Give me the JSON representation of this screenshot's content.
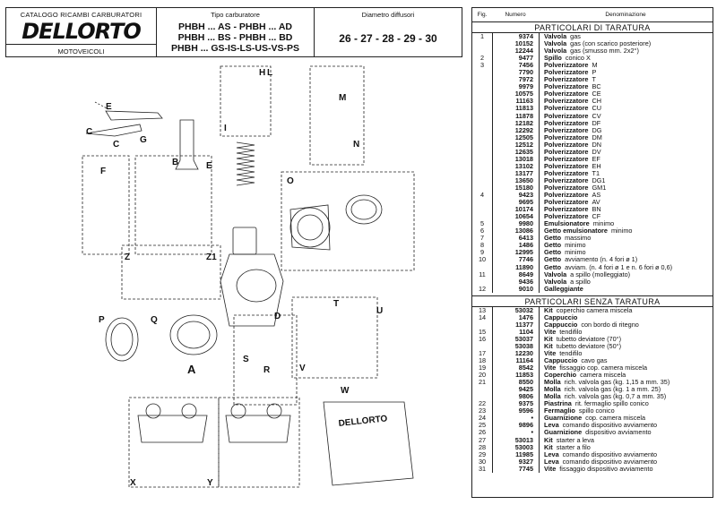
{
  "header": {
    "catalog": "CATALOGO RICAMBI CARBURATORI",
    "brand": "DELLORTO",
    "category": "MOTOVEICOLI",
    "types_label": "Tipo carburatore",
    "types": [
      "PHBH ... AS - PHBH ... AD",
      "PHBH ... BS - PHBH ... BD",
      "PHBH ... GS-IS-LS-US-VS-PS"
    ],
    "diam_label": "Diametro diffusori",
    "diam_values": "26 - 27 - 28 - 29 - 30"
  },
  "diagram": {
    "group_labels": [
      "A",
      "B",
      "C",
      "D",
      "E",
      "F",
      "G",
      "H",
      "I",
      "L",
      "M",
      "N",
      "O",
      "P",
      "Q",
      "R",
      "S",
      "T",
      "U",
      "V",
      "W",
      "X",
      "Y",
      "Z",
      "Z1"
    ],
    "bag_brand": "DELLORTO"
  },
  "table": {
    "headers": {
      "fig": "Fig.",
      "num": "Numero",
      "den": "Denominazione"
    },
    "section1_title": "PARTICOLARI DI TARATURA",
    "section2_title": "PARTICOLARI SENZA TARATURA",
    "section1": [
      {
        "fig": "1",
        "num": "9374",
        "name": "Valvola",
        "desc": "gas"
      },
      {
        "fig": "",
        "num": "10152",
        "name": "Valvola",
        "desc": "gas (con scarico posteriore)"
      },
      {
        "fig": "",
        "num": "12244",
        "name": "Valvola",
        "desc": "gas (smusso mm. 2x2°)"
      },
      {
        "fig": "2",
        "num": "9477",
        "name": "Spillo",
        "desc": "conico X"
      },
      {
        "fig": "3",
        "num": "7456",
        "name": "Polverizzatore",
        "desc": "M"
      },
      {
        "fig": "",
        "num": "7790",
        "name": "Polverizzatore",
        "desc": "P"
      },
      {
        "fig": "",
        "num": "7972",
        "name": "Polverizzatore",
        "desc": "T"
      },
      {
        "fig": "",
        "num": "9979",
        "name": "Polverizzatore",
        "desc": "BC"
      },
      {
        "fig": "",
        "num": "10575",
        "name": "Polverizzatore",
        "desc": "CE"
      },
      {
        "fig": "",
        "num": "11163",
        "name": "Polverizzatore",
        "desc": "CH"
      },
      {
        "fig": "",
        "num": "11813",
        "name": "Polverizzatore",
        "desc": "CU"
      },
      {
        "fig": "",
        "num": "11878",
        "name": "Polverizzatore",
        "desc": "CV"
      },
      {
        "fig": "",
        "num": "12182",
        "name": "Polverizzatore",
        "desc": "DF"
      },
      {
        "fig": "",
        "num": "12292",
        "name": "Polverizzatore",
        "desc": "DG"
      },
      {
        "fig": "",
        "num": "12505",
        "name": "Polverizzatore",
        "desc": "DM"
      },
      {
        "fig": "",
        "num": "12512",
        "name": "Polverizzatore",
        "desc": "DN"
      },
      {
        "fig": "",
        "num": "12635",
        "name": "Polverizzatore",
        "desc": "DV"
      },
      {
        "fig": "",
        "num": "13018",
        "name": "Polverizzatore",
        "desc": "EF"
      },
      {
        "fig": "",
        "num": "13102",
        "name": "Polverizzatore",
        "desc": "EH"
      },
      {
        "fig": "",
        "num": "13177",
        "name": "Polverizzatore",
        "desc": "T1"
      },
      {
        "fig": "",
        "num": "13650",
        "name": "Polverizzatore",
        "desc": "DG1"
      },
      {
        "fig": "",
        "num": "15180",
        "name": "Polverizzatore",
        "desc": "GM1"
      },
      {
        "fig": "4",
        "num": "9423",
        "name": "Polverizzatore",
        "desc": "AS"
      },
      {
        "fig": "",
        "num": "9695",
        "name": "Polverizzatore",
        "desc": "AV"
      },
      {
        "fig": "",
        "num": "10174",
        "name": "Polverizzatore",
        "desc": "BN"
      },
      {
        "fig": "",
        "num": "10654",
        "name": "Polverizzatore",
        "desc": "CF"
      },
      {
        "fig": "5",
        "num": "9980",
        "name": "Emulsionatore",
        "desc": "minimo"
      },
      {
        "fig": "6",
        "num": "13086",
        "name": "Getto emulsionatore",
        "desc": "minimo"
      },
      {
        "fig": "7",
        "num": "6413",
        "name": "Getto",
        "desc": "massimo"
      },
      {
        "fig": "8",
        "num": "1486",
        "name": "Getto",
        "desc": "minimo"
      },
      {
        "fig": "9",
        "num": "12995",
        "name": "Getto",
        "desc": "minimo"
      },
      {
        "fig": "10",
        "num": "7746",
        "name": "Getto",
        "desc": "avviamento (n. 4 fori ø 1)"
      },
      {
        "fig": "",
        "num": "11890",
        "name": "Getto",
        "desc": "avviam. (n. 4 fori ø 1 e n. 6 fori ø 0,6)"
      },
      {
        "fig": "11",
        "num": "8649",
        "name": "Valvola",
        "desc": "a spillo (molleggiato)"
      },
      {
        "fig": "",
        "num": "9436",
        "name": "Valvola",
        "desc": "a spillo"
      },
      {
        "fig": "12",
        "num": "9010",
        "name": "Galleggiante",
        "desc": ""
      }
    ],
    "section2": [
      {
        "fig": "13",
        "num": "53032",
        "name": "Kit",
        "desc": "coperchio camera miscela"
      },
      {
        "fig": "14",
        "num": "1476",
        "name": "Cappuccio",
        "desc": ""
      },
      {
        "fig": "",
        "num": "11377",
        "name": "Cappuccio",
        "desc": "con bordo di ritegno"
      },
      {
        "fig": "15",
        "num": "1104",
        "name": "Vite",
        "desc": "tendifilo"
      },
      {
        "fig": "16",
        "num": "53037",
        "name": "Kit",
        "desc": "tubetto deviatore (70°)"
      },
      {
        "fig": "",
        "num": "53038",
        "name": "Kit",
        "desc": "tubetto deviatore (50°)"
      },
      {
        "fig": "17",
        "num": "12230",
        "name": "Vite",
        "desc": "tendifilo"
      },
      {
        "fig": "18",
        "num": "11164",
        "name": "Cappuccio",
        "desc": "cavo gas"
      },
      {
        "fig": "19",
        "num": "8542",
        "name": "Vite",
        "desc": "fissaggio cop. camera miscela"
      },
      {
        "fig": "20",
        "num": "11853",
        "name": "Coperchio",
        "desc": "camera miscela"
      },
      {
        "fig": "21",
        "num": "8550",
        "name": "Molla",
        "desc": "rich. valvola gas (kg. 1,15 a mm. 35)"
      },
      {
        "fig": "",
        "num": "9425",
        "name": "Molla",
        "desc": "rich. valvola gas (kg. 1 a mm. 25)"
      },
      {
        "fig": "",
        "num": "9806",
        "name": "Molla",
        "desc": "rich. valvola gas (kg. 0,7 a mm. 35)"
      },
      {
        "fig": "22",
        "num": "9375",
        "name": "Piastrina",
        "desc": "rit. fermaglio spillo conico"
      },
      {
        "fig": "23",
        "num": "9596",
        "name": "Fermaglio",
        "desc": "spillo conico"
      },
      {
        "fig": "24",
        "num": "•",
        "name": "Guarnizione",
        "desc": "cop. camera miscela"
      },
      {
        "fig": "25",
        "num": "9896",
        "name": "Leva",
        "desc": "comando dispositivo avviamento"
      },
      {
        "fig": "26",
        "num": "•",
        "name": "Guarnizione",
        "desc": "dispositivo avviamento"
      },
      {
        "fig": "27",
        "num": "53013",
        "name": "Kit",
        "desc": "starter a leva"
      },
      {
        "fig": "28",
        "num": "53003",
        "name": "Kit",
        "desc": "starter a filo"
      },
      {
        "fig": "29",
        "num": "11985",
        "name": "Leva",
        "desc": "comando dispositivo avviamento"
      },
      {
        "fig": "30",
        "num": "9327",
        "name": "Leva",
        "desc": "comando dispositivo avviamento"
      },
      {
        "fig": "31",
        "num": "7745",
        "name": "Vite",
        "desc": "fissaggio dispositivo avviamento"
      }
    ]
  }
}
